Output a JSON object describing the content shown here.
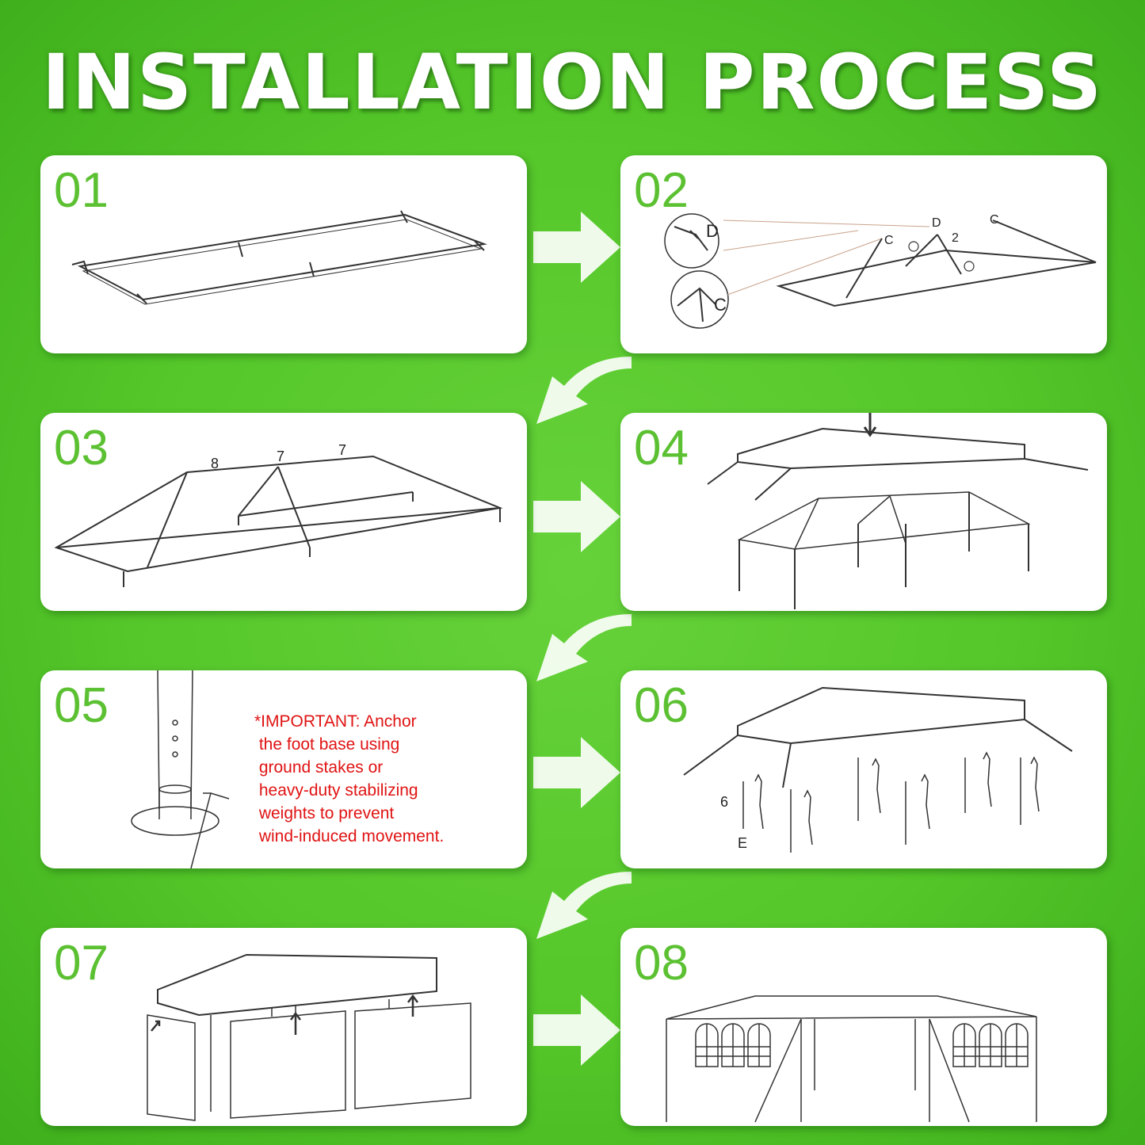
{
  "title": "INSTALLATION PROCESS",
  "steps": [
    {
      "number": "01"
    },
    {
      "number": "02",
      "labels": [
        "D",
        "C",
        "D",
        "2",
        "C",
        "C"
      ]
    },
    {
      "number": "03",
      "labels": [
        "8",
        "7",
        "7"
      ]
    },
    {
      "number": "04"
    },
    {
      "number": "05",
      "note": "*IMPORTANT: Anchor\n the foot base using\n ground stakes or\n heavy-duty stabilizing\n weights to prevent\n wind-induced movement."
    },
    {
      "number": "06",
      "labels": [
        "6",
        "E"
      ]
    },
    {
      "number": "07"
    },
    {
      "number": "08"
    }
  ],
  "colors": {
    "background": "#55c72a",
    "step_number": "#5cc132",
    "note": "#e01313",
    "card": "#ffffff"
  }
}
